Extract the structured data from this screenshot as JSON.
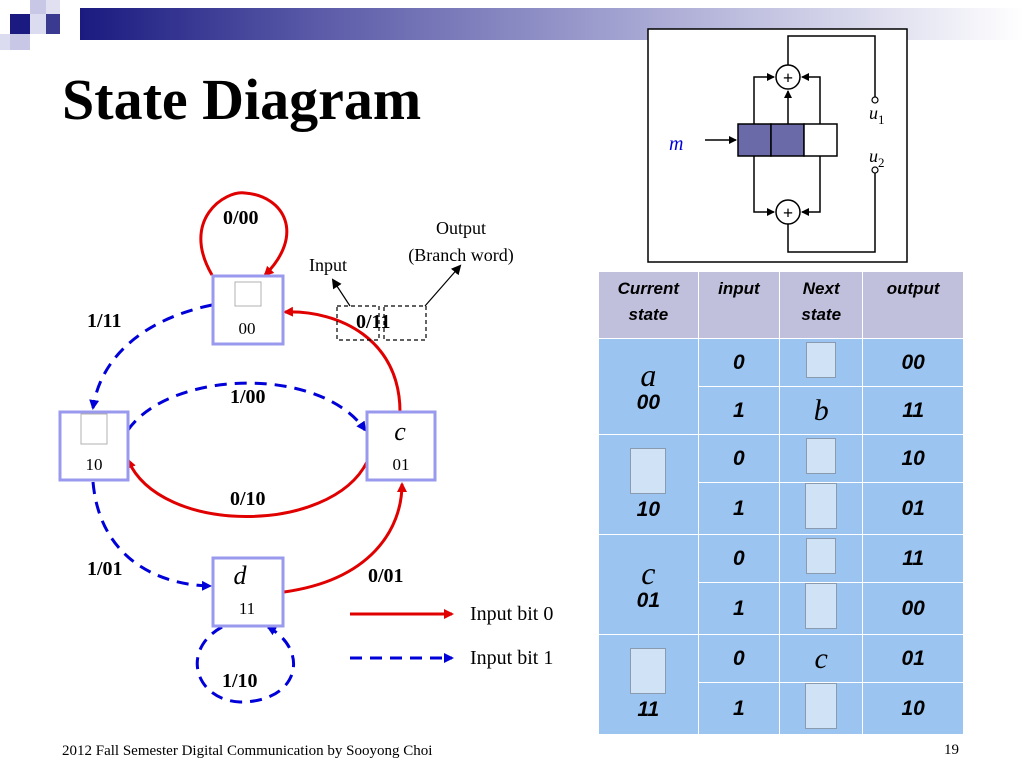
{
  "slide": {
    "title": "State Diagram",
    "footer": "2012 Fall Semester Digital Communication by Sooyong Choi",
    "page_number": "19"
  },
  "diagram": {
    "states": [
      {
        "id": "00",
        "letter": "",
        "code": "00"
      },
      {
        "id": "10",
        "letter": "",
        "code": "10"
      },
      {
        "id": "01",
        "letter": "c",
        "code": "01"
      },
      {
        "id": "11",
        "letter": "d",
        "code": "11"
      }
    ],
    "transition_labels": {
      "self_00": "0/00",
      "t_00_10": "1/11",
      "t_01_00": "0/11",
      "t_10_01": "1/00",
      "t_01_10": "0/10",
      "t_10_11": "1/01",
      "t_11_01": "0/01",
      "self_11": "1/10"
    },
    "annotations": {
      "input": "Input",
      "output_line1": "Output",
      "output_line2": "(Branch word)"
    },
    "legend": {
      "solid": "Input bit 0",
      "dashed": "Input bit 1"
    },
    "colors": {
      "input0": "#e00000",
      "input1": "#0000d8",
      "state_border": "#9999ee"
    }
  },
  "encoder": {
    "input_label": "m",
    "output1": "u",
    "output1_sub": "1",
    "output2": "u",
    "output2_sub": "2",
    "adder_symbol": "+"
  },
  "table": {
    "headers": [
      {
        "line1": "Current",
        "line2": "state"
      },
      {
        "line1": "input",
        "line2": ""
      },
      {
        "line1": "Next",
        "line2": "state"
      },
      {
        "line1": "output",
        "line2": ""
      }
    ],
    "groups": [
      {
        "letter": "a",
        "code": "00"
      },
      {
        "letter": "",
        "code": "10"
      },
      {
        "letter": "c",
        "code": "01"
      },
      {
        "letter": "",
        "code": "11"
      }
    ],
    "rows": [
      {
        "input": "0",
        "next": "",
        "output": "00"
      },
      {
        "input": "1",
        "next": "b",
        "output": "11"
      },
      {
        "input": "0",
        "next": "",
        "output": "10"
      },
      {
        "input": "1",
        "next": "",
        "output": "01"
      },
      {
        "input": "0",
        "next": "",
        "output": "11"
      },
      {
        "input": "1",
        "next": "",
        "output": "00"
      },
      {
        "input": "0",
        "next": "c",
        "output": "01"
      },
      {
        "input": "1",
        "next": "",
        "output": "10"
      }
    ]
  }
}
